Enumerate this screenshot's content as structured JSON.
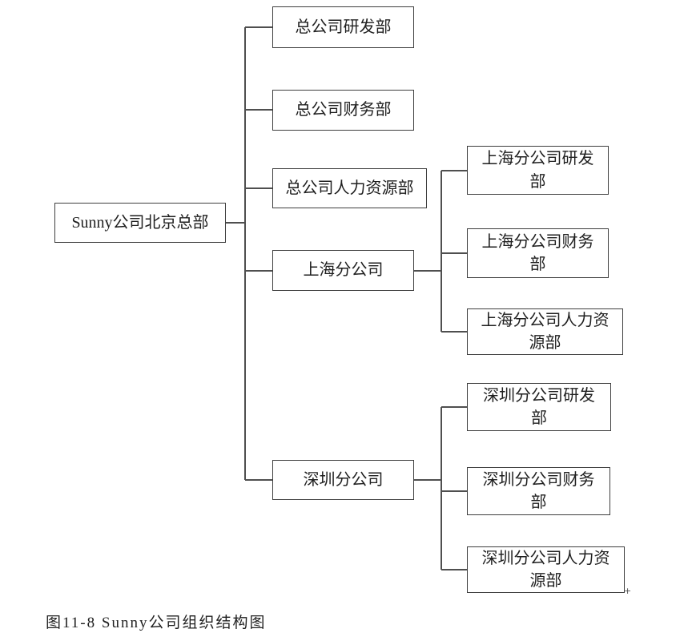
{
  "figure": {
    "caption": "图11-8 Sunny公司组织结构图"
  },
  "org": {
    "root": {
      "label": "Sunny公司北京总部"
    },
    "headquarters_departments": [
      {
        "label": "总公司研发部"
      },
      {
        "label": "总公司财务部"
      },
      {
        "label": "总公司人力资源部"
      }
    ],
    "branches": [
      {
        "label": "上海分公司",
        "departments": [
          {
            "label": "上海分公司研发部"
          },
          {
            "label": "上海分公司财务部"
          },
          {
            "label": "上海分公司人力资源部"
          }
        ]
      },
      {
        "label": "深圳分公司",
        "departments": [
          {
            "label": "深圳分公司研发部"
          },
          {
            "label": "深圳分公司财务部"
          },
          {
            "label": "深圳分公司人力资源部"
          }
        ]
      }
    ]
  },
  "artifact_mark": "+",
  "colors": {
    "line": "#4f4f4f",
    "box_border": "#3e3e3e",
    "text": "#1f1f1f",
    "background": "#ffffff"
  }
}
